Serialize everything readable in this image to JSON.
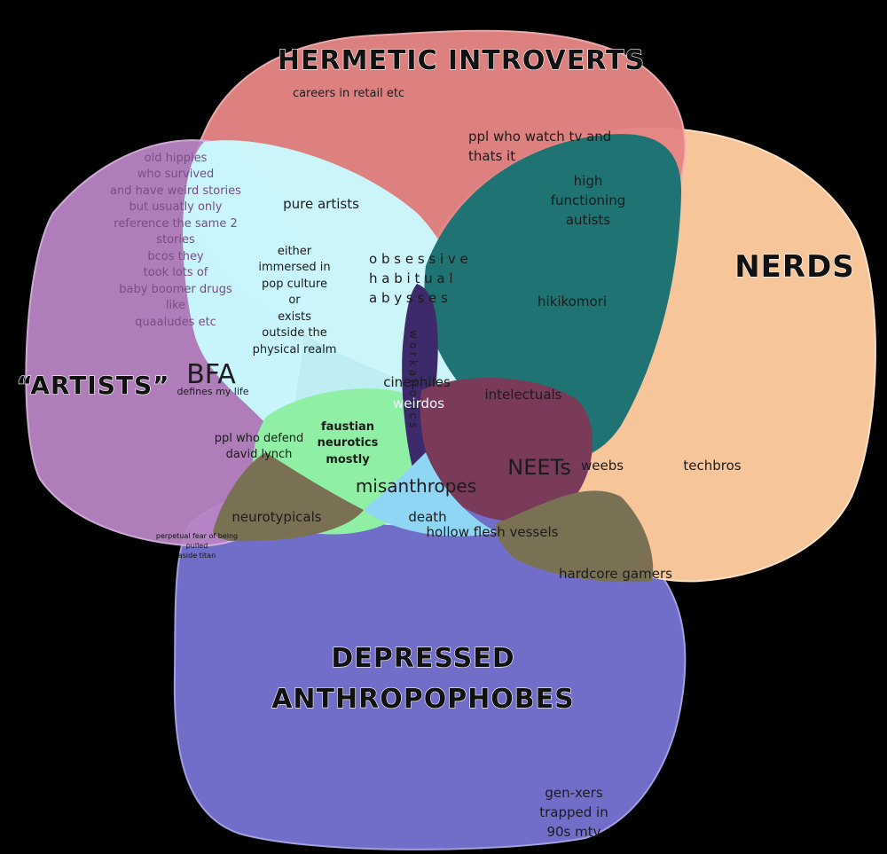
{
  "sets": {
    "hermetic": {
      "label": "HERMETIC INTROVERTS",
      "color": "#e58585"
    },
    "nerds": {
      "label": "NERDS",
      "color": "#f6c69a"
    },
    "artists": {
      "label": "“ARTISTS”",
      "color": "#b985c4"
    },
    "depressed": {
      "label_line1": "DEPRESSED",
      "label_line2": "ANTHROPOPHOBES",
      "color": "#7572d0"
    },
    "light_blue": {
      "color": "#c9fbff"
    },
    "green": {
      "color": "#8fefa5"
    },
    "teal": {
      "color": "#1f7373"
    }
  },
  "labels": {
    "careers": "careers in retail etc",
    "tv_1": "ppl who watch tv and",
    "tv_2": "thats it",
    "hf_1": "high",
    "hf_2": "functioning",
    "hf_3": "autists",
    "hikikomori": "hikikomori",
    "pure_artists": "pure artists",
    "hippies": [
      "old hippies",
      "who survived",
      "and have weird stories",
      "but usuatly only",
      "reference the same 2",
      "stories",
      "bcos they",
      "took lots of",
      "baby boomer drugs",
      "like",
      "quaaludes etc"
    ],
    "either": [
      "either",
      "immersed in",
      "pop culture",
      "or",
      "exists",
      "outside the",
      "physical realm"
    ],
    "obsessive": [
      "o b s e s s i v e",
      "h a b i t u a l",
      "a b y s s e s"
    ],
    "workaholics": "workaholics",
    "bfa": "BFA",
    "defines": "defines my life",
    "cinephiles": "cinephiles",
    "weirdos": "weirdos",
    "intelectuals": "intelectuals",
    "faustian": [
      "faustian",
      "neurotics",
      "mostly"
    ],
    "defend_1": "ppl who defend",
    "defend_2": "david lynch",
    "neets": "NEETs",
    "weebs": "weebs",
    "techbros": "techbros",
    "misanthropes": "misanthropes",
    "neurotypicals": "neurotypicals",
    "death": "death",
    "hollow": "hollow flesh vessels",
    "fear": [
      "perpetual fear of being",
      "pulled",
      "aside titan"
    ],
    "gamers": "hardcore gamers",
    "genx": [
      "gen-xers",
      "trapped in",
      "90s mtv"
    ]
  }
}
